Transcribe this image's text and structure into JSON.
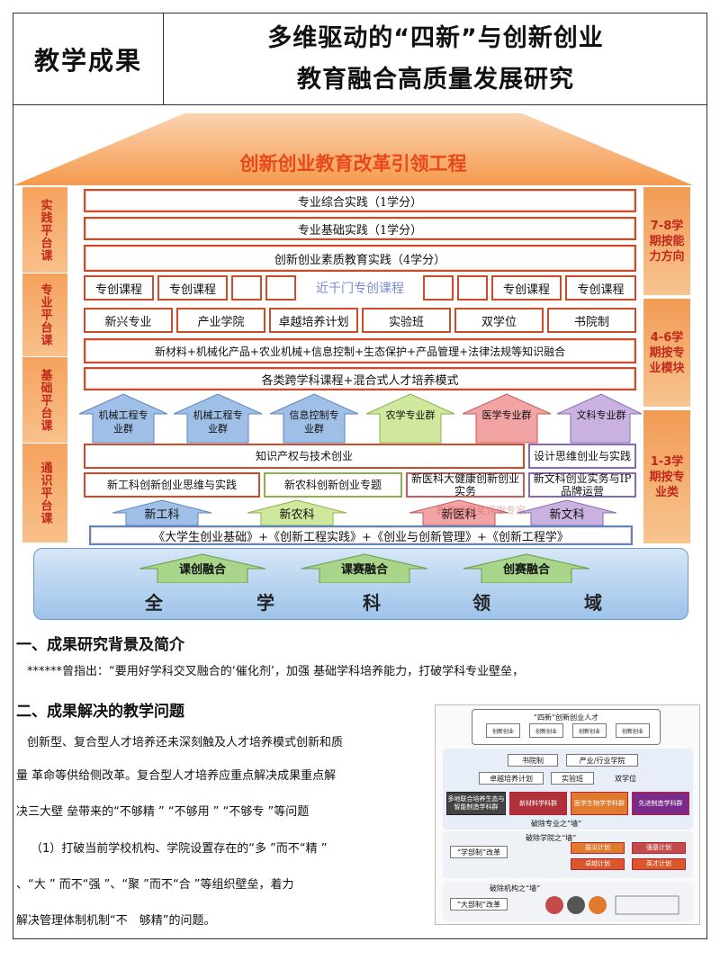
{
  "header": {
    "left": "教学成果",
    "title_line1": "多维驱动的“四新”与创新创业",
    "title_line2": "教育融合高质量发展研究"
  },
  "diagram": {
    "roof_title": "创新创业教育改革引领工程",
    "left_platforms": [
      "实践平台课",
      "专业平台课",
      "基础平台课",
      "通识平台课"
    ],
    "right_labels": [
      "7-8学期按能力方向",
      "4-6学期按专业模块",
      "1-3学期按专业类"
    ],
    "bars": [
      "专业综合实践（1学分）",
      "专业基础实践（1学分）",
      "创新创业素质教育实践（4学分）"
    ],
    "course_cells": [
      "专创课程",
      "专创课程",
      "专创课程",
      "专创课程"
    ],
    "course_center": "近千门专创课程",
    "program_cells": [
      "新兴专业",
      "产业学院",
      "卓越培养计划",
      "实验班",
      "双学位",
      "书院制"
    ],
    "knowledge_bar": "新材料+机械化产品+农业机械+信息控制+生态保护+产品管理+法律法规等知识融合",
    "cross_bar": "各类跨学科课程+混合式人才培养模式",
    "clusters": [
      "机械工程专业群",
      "机械工程专业群",
      "信息控制专业群",
      "农学专业群",
      "医学专业群",
      "文科专业群"
    ],
    "ip_bar": "知识产权与技术创业",
    "design_box": "设计思维创业与实践",
    "topic_boxes": [
      "新工科创新创业思维与实践",
      "新农科创新创业专题",
      "新医科大健康创新创业实务",
      "新文科创业实务与IP品牌运营"
    ],
    "four_new": [
      "新工科",
      "新农科",
      "新医科",
      "新文科"
    ],
    "course_list": "《大学生创业基础》+《创新工程实践》+《创业与创新管理》+《创新工程学》",
    "fusion": [
      "课创融合",
      "课赛融合",
      "创赛融合"
    ],
    "base_words": [
      "全",
      "学",
      "科",
      "领",
      "域"
    ],
    "watermark": "教育成果奖评审专家"
  },
  "section1": {
    "title": "一、成果研究背景及简介",
    "text": "******曾指出：“要用好学科交叉融合的‘催化剂’，加强 基础学科培养能力，打破学科专业壁垒，"
  },
  "section2": {
    "title": "二、成果解决的教学问题",
    "lines": [
      "创新型、复合型人才培养还未深刻触及人才培养模式创新和质",
      "量 革命等供给侧改革。复合型人才培养应重点解决成果重点解",
      "决三大壁 垒带来的“不够精 ” “不够用 ” “不够专 ”等问题",
      "（1）打破当前学校机构、学院设置存在的“多 ”而不“精 ”",
      "、“大 ” 而不“强 ”、“聚 ”而不“合 ”等组织壁垒，着力",
      "解决管理体制机制“不　够精”的问题。"
    ]
  },
  "inset": {
    "top_label": "“四新”创新创业人才",
    "row_small": [
      "创新创业",
      "创新创业",
      "创新创业",
      "创新创业"
    ],
    "b1": "书院制",
    "b2": "产业/行业学院",
    "b3": "卓越培养计划",
    "b4": "实验班",
    "b5": "双学位",
    "reds": [
      "多地联合培养生态与智能制造学科群",
      "新材料学科群",
      "医学生物学学科群",
      "先进制造学科群"
    ],
    "wall1": "破除专业之“墙”",
    "wall2": "破除学院之“墙”",
    "wall3": "破除机构之“墙”",
    "reform1": "“学部制”改革",
    "reform2": "“大部制”改革",
    "plans": [
      "拔尖计划",
      "强基计划",
      "卓越计划",
      "英才计划"
    ]
  },
  "colors": {
    "accent_red": "#e8481a",
    "border_red": "#d04a2a",
    "side_orange": "#f5a25e",
    "base_blue": "#9ec3ea"
  }
}
